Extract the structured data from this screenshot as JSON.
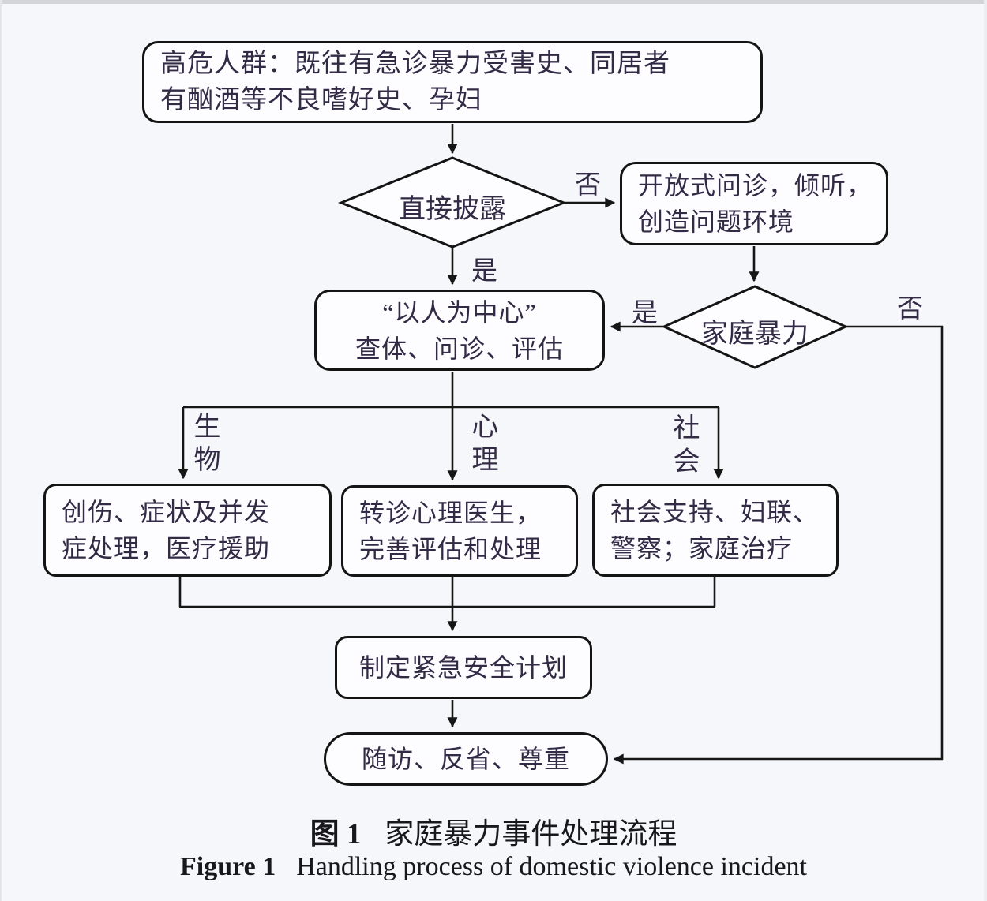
{
  "figure": {
    "caption_zh_prefix": "图 1",
    "caption_zh_text": "家庭暴力事件处理流程",
    "caption_en_prefix": "Figure 1",
    "caption_en_text": "Handling process of domestic violence incident"
  },
  "nodes": {
    "high_risk": {
      "line1": "高危人群：既往有急诊暴力受害史、同居者",
      "line2": "有酗酒等不良嗜好史、孕妇"
    },
    "direct_disclosure": {
      "label": "直接披露"
    },
    "open_inquiry": {
      "line1": "开放式问诊，倾听，",
      "line2": "创造问题环境"
    },
    "person_centered": {
      "line1": "“以人为中心”",
      "line2": "查体、问诊、评估"
    },
    "domestic_violence": {
      "label": "家庭暴力"
    },
    "bio_treatment": {
      "line1": "创伤、症状及并发",
      "line2": "症处理，医疗援助"
    },
    "psych_referral": {
      "line1": "转诊心理医生，",
      "line2": "完善评估和处理"
    },
    "social_support": {
      "line1": "社会支持、妇联、",
      "line2": "警察；家庭治疗"
    },
    "safety_plan": {
      "label": "制定紧急安全计划"
    },
    "follow_up": {
      "label": "随访、反省、尊重"
    }
  },
  "edge_labels": {
    "disclosure_no": "否",
    "disclosure_yes": "是",
    "dv_yes": "是",
    "dv_no": "否",
    "branch_bio": "生物",
    "branch_psych": "心理",
    "branch_social": "社会"
  },
  "colors": {
    "line": "#161616",
    "node_border": "#141414",
    "node_fill": "#fdfdff",
    "text": "#332b46",
    "background": "#f6f7fa"
  }
}
